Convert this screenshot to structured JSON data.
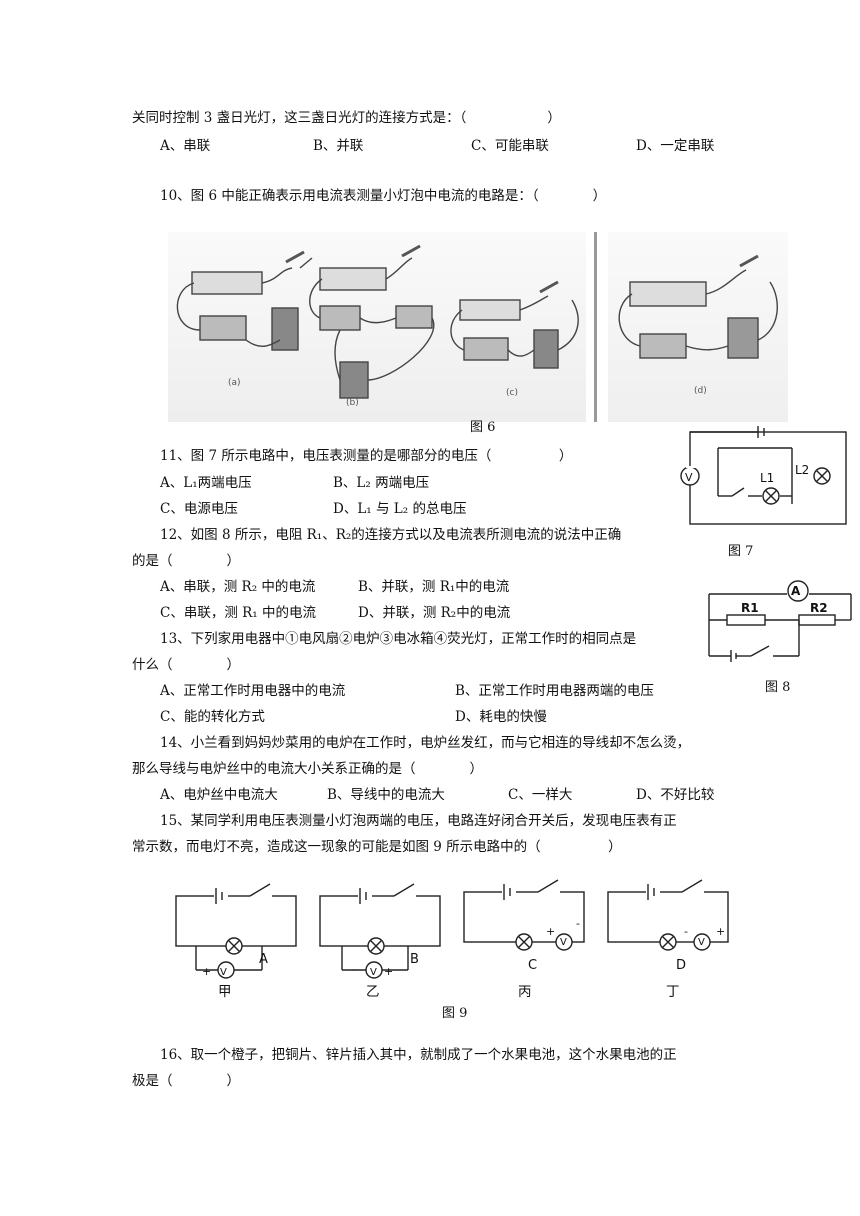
{
  "q9": {
    "cont": "关同时控制 3 盏日光灯，这三盏日光灯的连接方式是：（　　　　　　）",
    "a": "A、串联",
    "b": "B、并联",
    "c": "C、可能串联",
    "d": "D、一定串联"
  },
  "q10": {
    "stem": "10、图 6 中能正确表示用电流表测量小灯泡中电流的电路是：（　　　　）",
    "caption": "图 6",
    "labels": [
      "(a)",
      "(b)",
      "(c)",
      "(d)"
    ]
  },
  "q11": {
    "stem": "11、图 7 所示电路中，电压表测量的是哪部分的电压（　　　　　）",
    "a": "A、L₁两端电压",
    "b": "B、L₂ 两端电压",
    "c": "C、电源电压",
    "d": "D、L₁ 与 L₂ 的总电压",
    "fig": {
      "caption": "图 7",
      "v": "V",
      "l1": "L1",
      "l2": "L2"
    }
  },
  "q12": {
    "stem1": "12、如图 8 所示，电阻 R₁、R₂的连接方式以及电流表所测电流的说法中正确",
    "stem2": "的是（　　　　）",
    "a": "A、串联，测 R₂ 中的电流",
    "b": "B、并联，测 R₁中的电流",
    "c": "C、串联，测 R₁ 中的电流",
    "d": "D、并联，测 R₂中的电流",
    "fig": {
      "caption": "图 8",
      "a": "A",
      "r1": "R1",
      "r2": "R2"
    }
  },
  "q13": {
    "stem1": "13、下列家用电器中①电风扇②电炉③电冰箱④荧光灯，正常工作时的相同点是",
    "stem2": "什么（　　　　）",
    "a": "A、正常工作时用电器中的电流",
    "b": "B、正常工作时用电器两端的电压",
    "c": "C、能的转化方式",
    "d": "D、耗电的快慢"
  },
  "q14": {
    "stem1": "14、小兰看到妈妈炒菜用的电炉在工作时，电炉丝发红，而与它相连的导线却不怎么烫，",
    "stem2": "那么导线与电炉丝中的电流大小关系正确的是（　　　　）",
    "a": "A、电炉丝中电流大",
    "b": "B、导线中的电流大",
    "c": "C、一样大",
    "d": "D、不好比较"
  },
  "q15": {
    "stem1": "15、某同学利用电压表测量小灯泡两端的电压，电路连好闭合开关后，发现电压表有正",
    "stem2": "常示数，而电灯不亮，造成这一现象的可能是如图 9 所示电路中的（　　　　　）",
    "fig": {
      "caption": "图 9",
      "letters": [
        "A",
        "B",
        "C",
        "D"
      ],
      "names": [
        "甲",
        "乙",
        "丙",
        "丁"
      ],
      "v": "V",
      "plus": "+",
      "minus": "-"
    }
  },
  "q16": {
    "stem1": "16、取一个橙子，把铜片、锌片插入其中，就制成了一个水果电池，这个水果电池的正",
    "stem2": "极是（　　　　）"
  }
}
